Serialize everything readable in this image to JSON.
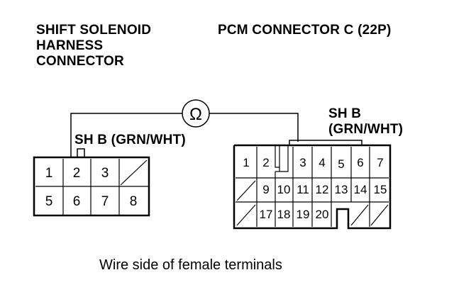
{
  "left_connector": {
    "title_lines": [
      "SHIFT SOLENOID",
      "HARNESS",
      "CONNECTOR"
    ],
    "terminal_label": "SH B (GRN/WHT)",
    "terminals": [
      "1",
      "2",
      "3",
      "5",
      "6",
      "7",
      "8"
    ]
  },
  "right_connector": {
    "title": "PCM CONNECTOR C (22P)",
    "terminal_label_line1": "SH B",
    "terminal_label_line2": "(GRN/WHT)",
    "terminals": [
      "1",
      "2",
      "3",
      "4",
      "5",
      "6",
      "7",
      "9",
      "10",
      "11",
      "12",
      "13",
      "14",
      "15",
      "17",
      "18",
      "19",
      "20"
    ]
  },
  "meter_symbol": "Ω",
  "caption": "Wire side of female terminals"
}
